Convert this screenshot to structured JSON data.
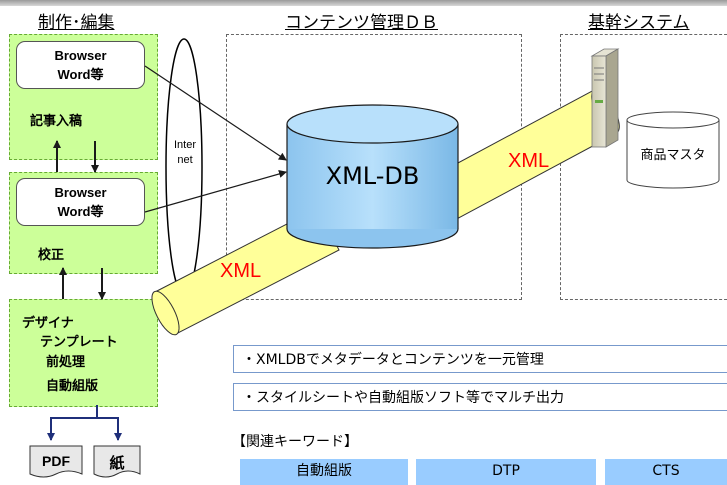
{
  "sections": {
    "production_title": "制作･編集",
    "content_db_title": "コンテンツ管理ＤＢ",
    "core_system_title": "基幹システム"
  },
  "production": {
    "browser_box_1": {
      "line1": "Browser",
      "line2": "Word等"
    },
    "article_label": "記事入稿",
    "browser_box_2": {
      "line1": "Browser",
      "line2": "Word等"
    },
    "proof_label": "校正",
    "designer_label": "デザイナ",
    "designer_tasks": [
      "テンプレート",
      "前処理",
      "自動組版"
    ]
  },
  "internet_label": "Inter\nnet",
  "db_label": "XML-DB",
  "xml_pipe_upper_label": "XML",
  "xml_pipe_lower_label": "XML",
  "product_master_label": "商品マスタ",
  "outputs": [
    "PDF",
    "紙"
  ],
  "summary_points": [
    "・XMLDBでメタデータとコンテンツを一元管理",
    "・スタイルシートや自動組版ソフト等でマルチ出力"
  ],
  "keywords_heading": "【関連キーワード】",
  "keywords": [
    "自動組版",
    "DTP",
    "CTS"
  ],
  "colors": {
    "green_box": "#ccff99",
    "db_cylinder": "#9dd0f5",
    "xml_pipe": "#ffff99",
    "xml_text": "#ff0000",
    "keyword_bg": "#99ccff",
    "arrow": "#1a1a1a",
    "output_arrow": "#1f2f7a"
  }
}
